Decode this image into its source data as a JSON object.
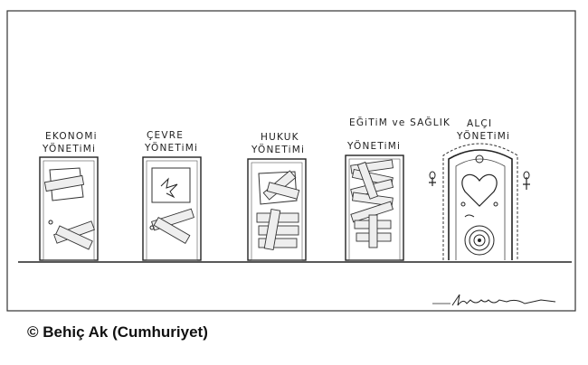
{
  "cartoon": {
    "doors": [
      {
        "label_line1": "EKONOMi",
        "label_line2": "YÖNETiMi"
      },
      {
        "label_line1": "ÇEVRE",
        "label_line2": "YÖNETiMi"
      },
      {
        "label_line1": "HUKUK",
        "label_line2": "YÖNETiMi"
      },
      {
        "label_line1": "EĞiTiM ve SAĞLIK",
        "label_line2": "YÖNETiMi"
      },
      {
        "label_line1": "ALÇI",
        "label_line2": "YÖNETiMi"
      }
    ],
    "signature": "Behiç Ak"
  },
  "credit": "© Behiç Ak (Cumhuriyet)"
}
